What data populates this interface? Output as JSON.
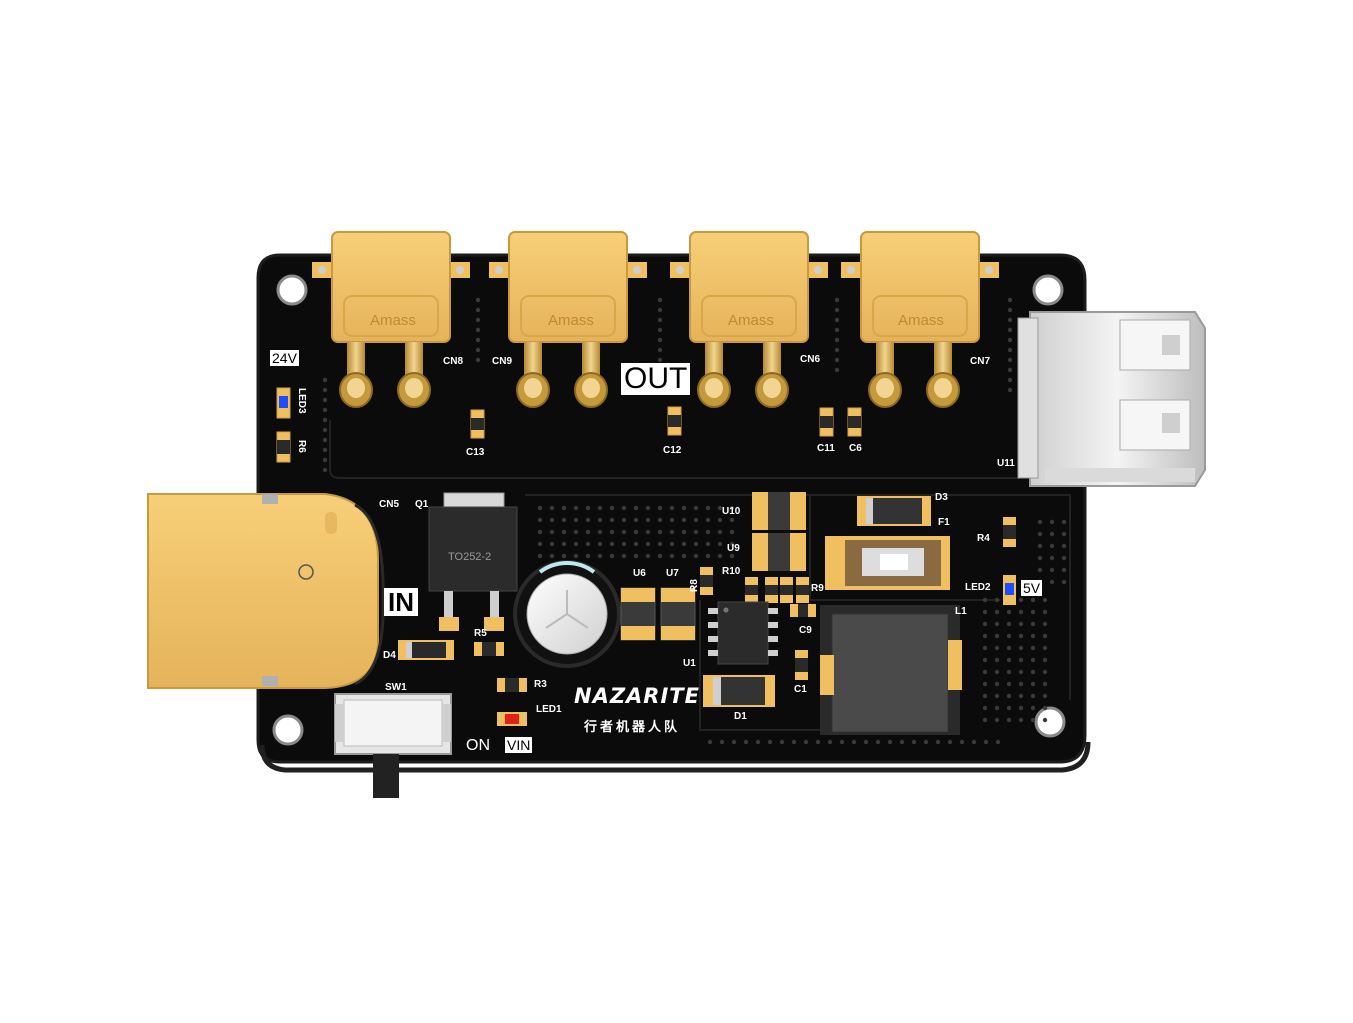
{
  "board": {
    "brand": "NAZARITE",
    "subtitle": "行者机器人队",
    "colors": {
      "pcb": "#0b0b0b",
      "connector": "#f0c060",
      "gold": "#c9a24a",
      "usb_metal": "#e6e6e6",
      "led_blue": "#1e4cff",
      "led_red": "#e0201a"
    }
  },
  "silkscreen": {
    "out": "OUT",
    "in": "IN",
    "v24": "24V",
    "v5": "5V",
    "on": "ON",
    "vin": "VIN",
    "to252": "TO252-2",
    "amass": "Amass",
    "designators": {
      "cn8": "CN8",
      "cn9": "CN9",
      "cn6": "CN6",
      "cn7": "CN7",
      "cn5": "CN5",
      "c13": "C13",
      "c12": "C12",
      "c11": "C11",
      "c6": "C6",
      "c9": "C9",
      "c1": "C1",
      "led3": "LED3",
      "led2": "LED2",
      "led1": "LED1",
      "r6": "R6",
      "r5": "R5",
      "r3": "R3",
      "r4": "R4",
      "r10": "R10",
      "r8": "R8",
      "r9": "R9",
      "q1": "Q1",
      "u10": "U10",
      "u9": "U9",
      "u6": "U6",
      "u7": "U7",
      "u1": "U1",
      "u11": "U11",
      "d1": "D1",
      "d3": "D3",
      "d4": "D4",
      "f1": "F1",
      "l1": "L1",
      "sw1": "SW1"
    }
  }
}
